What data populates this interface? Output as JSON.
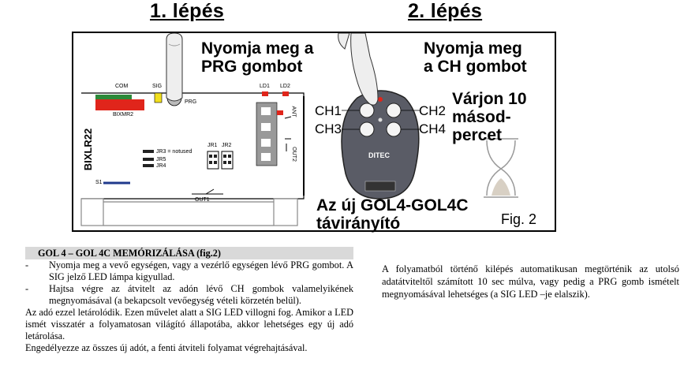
{
  "steps": {
    "step1": "1. lépés",
    "step2": "2. lépés"
  },
  "figure": {
    "prg_instruction": "Nyomja meg a\nPRG gombot",
    "ch_instruction": "Nyomja meg\na CH gombot",
    "wait_instruction": "Várjon 10\nmásod-\npercet",
    "remote_caption": "Az új GOL4-GOL4C\ntávirányító",
    "fig_label": "Fig. 2",
    "board": {
      "com": "COM",
      "sig": "SIG",
      "prg": "PRG",
      "bixmr2": "BIXMR2",
      "ld1": "LD1",
      "ld2": "LD2",
      "ant": "ANT",
      "out2": "OUT2",
      "bixlr22": "BIXLR22",
      "jr3": "JR3 = notused",
      "jr5": "JR5",
      "jr4": "JR4",
      "jr1": "JR1",
      "jr2": "JR2",
      "s1": "S1",
      "out1": "OUT1"
    },
    "remote": {
      "ch1": "CH1",
      "ch2": "CH2",
      "ch3": "CH3",
      "ch4": "CH4",
      "brand": "DITEC"
    }
  },
  "document": {
    "title": "GOL 4 – GOL 4C MEMÓRIZÁLÁSA (fig.2)",
    "bullet1": "Nyomja meg a vevő egységen, vagy a vezérlő egységen lévő PRG gombot. A SIG jelző LED lámpa kigyullad.",
    "bullet2": "Hajtsa végre az átvitelt az adón lévő CH gombok valamelyikének megnyomásával (a bekapcsolt vevőegység vételi körzetén belül).",
    "para1": "Az adó ezzel letárolódik. Ezen művelet alatt a SIG LED villogni fog. Amikor a LED ismét visszatér a folyamatosan világító állapotába, akkor lehetséges egy új adó letárolása.",
    "para2": "Engedélyezze az összes új adót, a fenti átviteli folyamat végrehajtásával.",
    "right_para": "A folyamatból történő kilépés automatikusan megtörténik az utolsó adatátviteltől számított 10 sec múlva, vagy pedig a PRG gomb ismételt megnyomásával lehetséges (a SIG LED –je elalszik)."
  },
  "colors": {
    "red": "#e0251b",
    "yellow": "#f2e01e",
    "gray_bar": "#d9d9d9",
    "remote_body": "#5a5c66",
    "blue_line": "#1f3a8c"
  }
}
